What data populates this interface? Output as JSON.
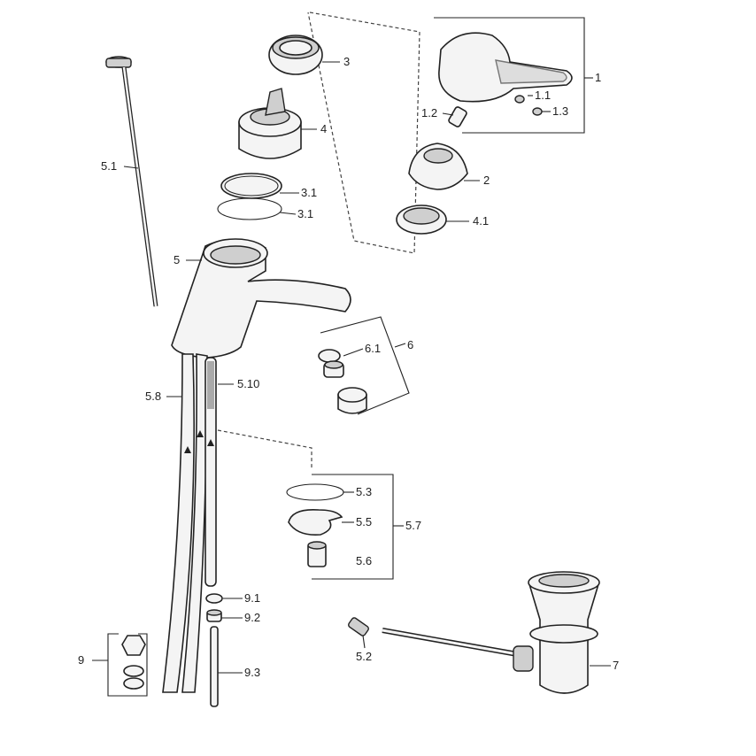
{
  "labels": {
    "p1": "1",
    "p1_1": "1.1",
    "p1_2": "1.2",
    "p1_3": "1.3",
    "p2": "2",
    "p3": "3",
    "p3_1a": "3.1",
    "p3_1b": "3.1",
    "p4": "4",
    "p4_1": "4.1",
    "p5": "5",
    "p5_1": "5.1",
    "p5_2": "5.2",
    "p5_3": "5.3",
    "p5_5": "5.5",
    "p5_6": "5.6",
    "p5_7": "5.7",
    "p5_8": "5.8",
    "p5_10": "5.10",
    "p6": "6",
    "p6_1": "6.1",
    "p7": "7",
    "p9": "9",
    "p9_1": "9.1",
    "p9_2": "9.2",
    "p9_3": "9.3"
  }
}
